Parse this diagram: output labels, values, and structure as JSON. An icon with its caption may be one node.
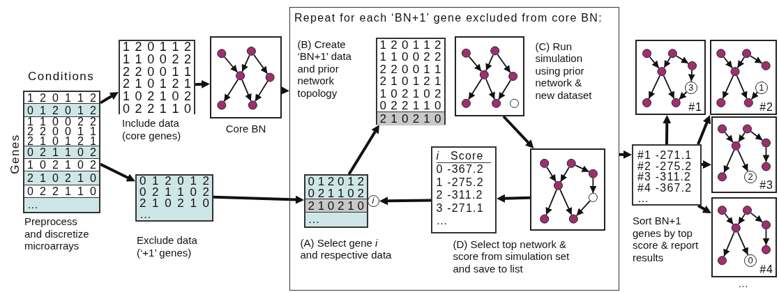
{
  "diagram": {
    "nodes": [
      {
        "text": [
          "1 2 0 1 1 2",
          "0 1 2 0 1 2",
          "1 1 0 0 2 2",
          "2 2 0 0 1 1",
          "2 1 0 1 2 1",
          "0 2 1 1 0 2",
          "1 0 2 1 0 2",
          "2 1 0 2 1 0",
          "0 2 2 1 1 0",
          "…"
        ],
        "beside": [
          "Conditions",
          "Genes",
          "Preprocess and discretize microarrays"
        ]
      },
      {
        "text": [
          "1 2 0 1 1 2",
          "1 1 0 0 2 2",
          "2 2 0 0 1 1",
          "2 1 0 1 2 1",
          "1 0 2 1 0 2",
          "0 2 2 1 1 0"
        ],
        "beside": [
          "Include data (core genes)"
        ]
      },
      {
        "text": [],
        "shape": "picture",
        "beside": [
          "Core BN"
        ]
      },
      {
        "text": [
          "0 1 2 0 1 2",
          "0 2 1 1 0 2",
          "2 1 0 2 1 0",
          "…"
        ],
        "beside": [
          "Exclude data (‘+1’ genes)"
        ]
      },
      {
        "text": [
          "Repeat for each ‘BN+1’ gene excluded from core BN:"
        ]
      },
      {
        "text": [
          "1 2 0 1 1 2",
          "1 1 0 0 2 2",
          "2 2 0 0 1 1",
          "2 1 0 1 2 1",
          "1 0 2 1 0 2",
          "0 2 2 1 1 0",
          "2 1 0 2 1 0"
        ],
        "in": 4,
        "beside": [
          "(B) Create ‘BN+1’ data and prior network topology"
        ]
      },
      {
        "text": [],
        "shape": "picture",
        "in": 4,
        "beside": [
          "(C) Run simulation using prior network & new dataset"
        ]
      },
      {
        "text": [
          "0 1 2 0 1 2",
          "0 2 1 1 0 2",
          "2 1 0 2 1 0",
          "…"
        ],
        "in": 4,
        "beside": [
          "(A) Select gene *i* and respective data"
        ]
      },
      {
        "text": [
          "i"
        ],
        "in": 4
      },
      {
        "text": [
          "*i* Score",
          "0 -367.2",
          "1 -275.2",
          "2 -311.2",
          "3 -271.1",
          "…"
        ],
        "in": 4
      },
      {
        "text": [],
        "shape": "picture",
        "in": 4,
        "beside": [
          "(D) Select top network & score from simulation set and save to list"
        ]
      },
      {
        "text": [
          "#1 -271.1",
          "#2 -275.2",
          "#3 -311.2",
          "#4 -367.2",
          "…"
        ],
        "beside": [
          "Sort BN+1 genes by top score & report results"
        ]
      },
      {
        "text": [
          "3",
          "#1"
        ]
      },
      {
        "text": [
          "1",
          "#2"
        ]
      },
      {
        "text": [
          "2",
          "#3"
        ]
      },
      {
        "text": [
          "0",
          "#4"
        ],
        "beside": [
          "…"
        ]
      }
    ],
    "edges": [
      {
        "from": 0,
        "to": 1,
        "arrow": "to"
      },
      {
        "from": 0,
        "to": 3,
        "arrow": "to"
      },
      {
        "from": 1,
        "to": 2,
        "arrow": "to"
      },
      {
        "from": 2,
        "to": 4,
        "arrow": "to"
      },
      {
        "from": 3,
        "to": 7,
        "arrow": "to"
      },
      {
        "from": 7,
        "to": 5,
        "arrow": "to"
      },
      {
        "from": 6,
        "to": 10,
        "arrow": "to"
      },
      {
        "from": 10,
        "to": 9,
        "arrow": "to"
      },
      {
        "from": 9,
        "to": 8,
        "arrow": "to"
      },
      {
        "from": 4,
        "to": 11,
        "arrow": "to"
      },
      {
        "from": 11,
        "to": 12,
        "arrow": "to"
      },
      {
        "from": 11,
        "to": 13,
        "arrow": "to"
      },
      {
        "from": 11,
        "to": 14,
        "arrow": "to"
      },
      {
        "from": 11,
        "to": 15,
        "arrow": "to"
      }
    ]
  }
}
